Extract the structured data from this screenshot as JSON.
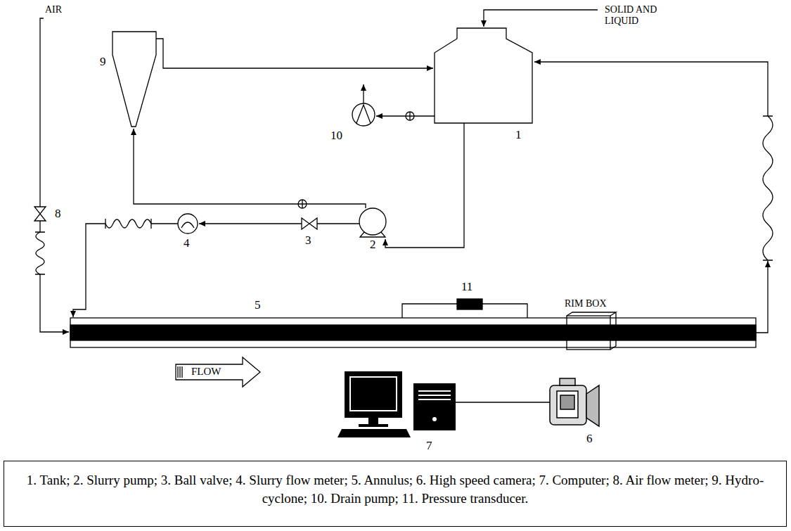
{
  "diagram": {
    "nodes": [
      {
        "text": [
          "1. Tank; 2. Slurry pump; 3. Ball valve; 4. Slurry flow meter; 5. Annulus; 6. High speed camera; 7. Computer; 8. Air flow meter; 9. Hydro-cyclone; 10. Drain pump; 11. Pressure transducer."
        ]
      }
    ],
    "labels": [
      "SOLID AND LIQUID",
      "AIR",
      "9",
      "10",
      "1",
      "8",
      "3",
      "2",
      "4",
      "11",
      "5",
      "RIM BOX",
      "FLOW",
      "7",
      "6"
    ]
  }
}
